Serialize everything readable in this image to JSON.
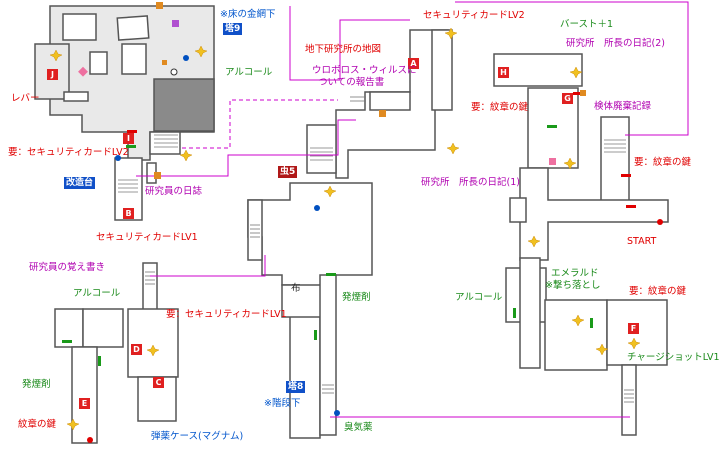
{
  "markers": [
    "A",
    "B",
    "C",
    "D",
    "E",
    "F",
    "G",
    "H",
    "I",
    "J"
  ],
  "tags": {
    "tower9": "塔9",
    "tower8": "塔8",
    "bug5": "虫5",
    "modify": "改造台"
  },
  "labels": {
    "floor_grate": "※床の金網下",
    "alcohol_1": "アルコール",
    "lever": "レバー",
    "key_security_lv2_left": "要：セキュリティカードLV2",
    "researcher_diary": "研究員の日誌",
    "security_card_lv1": "セキュリティカードLV1",
    "security_card_lv2": "セキュリティカードLV2",
    "underground_map": "地下研究所の地図",
    "ouroboros_report_1": "ウロボロス・ウィルスに",
    "ouroboros_report_2": "ついての報告書",
    "burst_plus1": "バースト＋1",
    "director_diary_2": "研究所　所長の日記(2)",
    "key_emblem_1": "要：紋章の鍵",
    "director_diary_1": "研究所　所長の日記(1)",
    "specimen_disposal": "検体廃棄記録",
    "key_emblem_2": "要：紋章の鍵",
    "start": "START",
    "researcher_memo": "研究員の覚え書き",
    "alcohol_2": "アルコール",
    "key_security_lv1": "要：セキュリティカードLV1",
    "ignition_1": "発煙剤",
    "emblem_key": "紋章の鍵",
    "ammo_case": "弾薬ケース(マグナム)",
    "cloth": "布",
    "ignition_2": "発煙剤",
    "under_stairs": "※階段下",
    "stink_bomb": "臭気薬",
    "emerald_1": "エメラルド",
    "emerald_2": "※撃ち落とし",
    "alcohol_3": "アルコール",
    "key_emblem_3": "要：紋章の鍵",
    "charge_shot": "チャージショットLV1"
  },
  "colors": {
    "wall": "#555555",
    "floor": "#ffffff",
    "door_green": "#1a9a1a",
    "door_red": "#e00000",
    "marker_red": "#e02020",
    "tag_blue": "#1050c8",
    "tag_red": "#b01818",
    "connector_magenta": "#cc00cc",
    "dark_block": "#8a8a8a",
    "room_gray": "#e8e8e8"
  }
}
